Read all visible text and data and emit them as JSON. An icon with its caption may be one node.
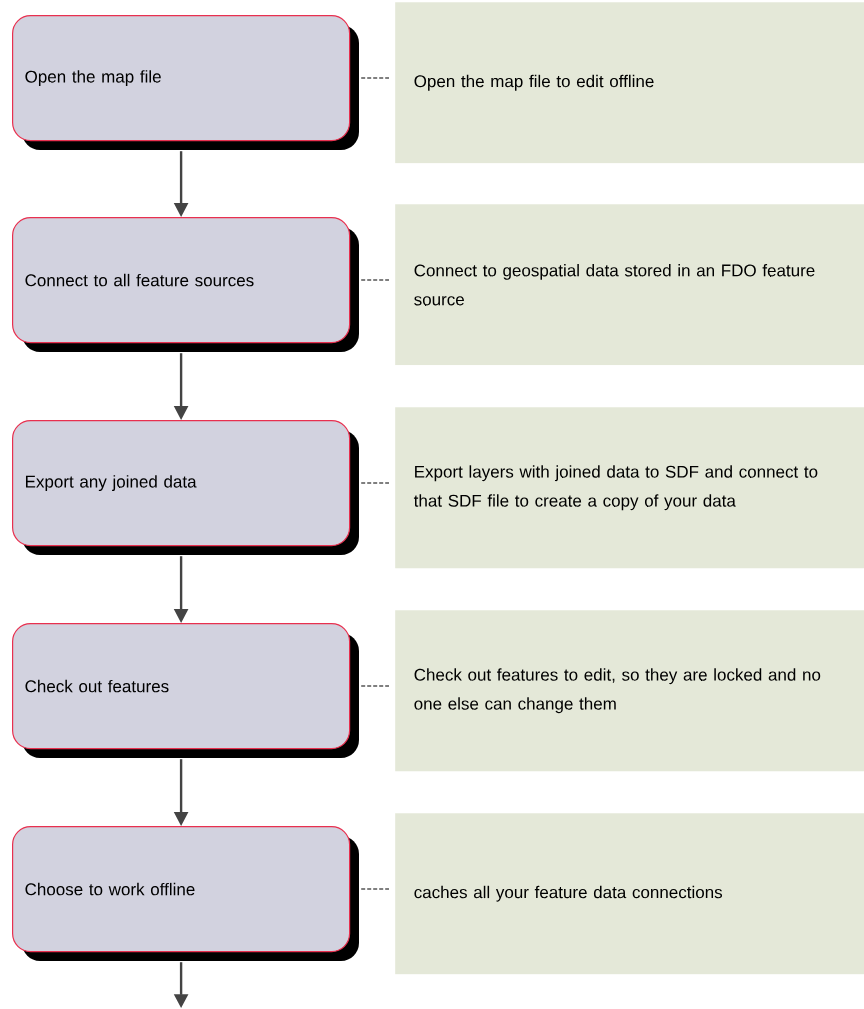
{
  "diagram": {
    "nodes": [
      {
        "text": [
          "Open the map file"
        ]
      },
      {
        "text": [
          "Connect to all feature sources"
        ]
      },
      {
        "text": [
          "Export any joined data"
        ]
      },
      {
        "text": [
          "Check out features"
        ]
      },
      {
        "text": [
          "Choose to work offline"
        ]
      },
      {
        "text": [
          "Open the map file to edit offline"
        ]
      },
      {
        "text": [
          "Connect to geospatial data stored in an FDO feature source"
        ]
      },
      {
        "text": [
          "Export layers with joined data to SDF and connect to that SDF file to create a copy of your data"
        ]
      },
      {
        "text": [
          "Check out features to edit, so they are locked and no one else can change them"
        ]
      },
      {
        "text": [
          "caches all your feature data connections"
        ]
      }
    ],
    "edges": [
      {
        "from": 0,
        "to": 1,
        "arrow": "to"
      },
      {
        "from": 1,
        "to": 2,
        "arrow": "to"
      },
      {
        "from": 2,
        "to": 3,
        "arrow": "to"
      },
      {
        "from": 3,
        "to": 4,
        "arrow": "to"
      },
      {
        "from": 4,
        "to": null,
        "arrow": "to"
      },
      {
        "from": 0,
        "to": 5,
        "arrow": "none",
        "style": "dashed"
      },
      {
        "from": 1,
        "to": 6,
        "arrow": "none",
        "style": "dashed"
      },
      {
        "from": 2,
        "to": 7,
        "arrow": "none",
        "style": "dashed"
      },
      {
        "from": 3,
        "to": 8,
        "arrow": "none",
        "style": "dashed"
      },
      {
        "from": 4,
        "to": 9,
        "arrow": "none",
        "style": "dashed"
      }
    ]
  }
}
